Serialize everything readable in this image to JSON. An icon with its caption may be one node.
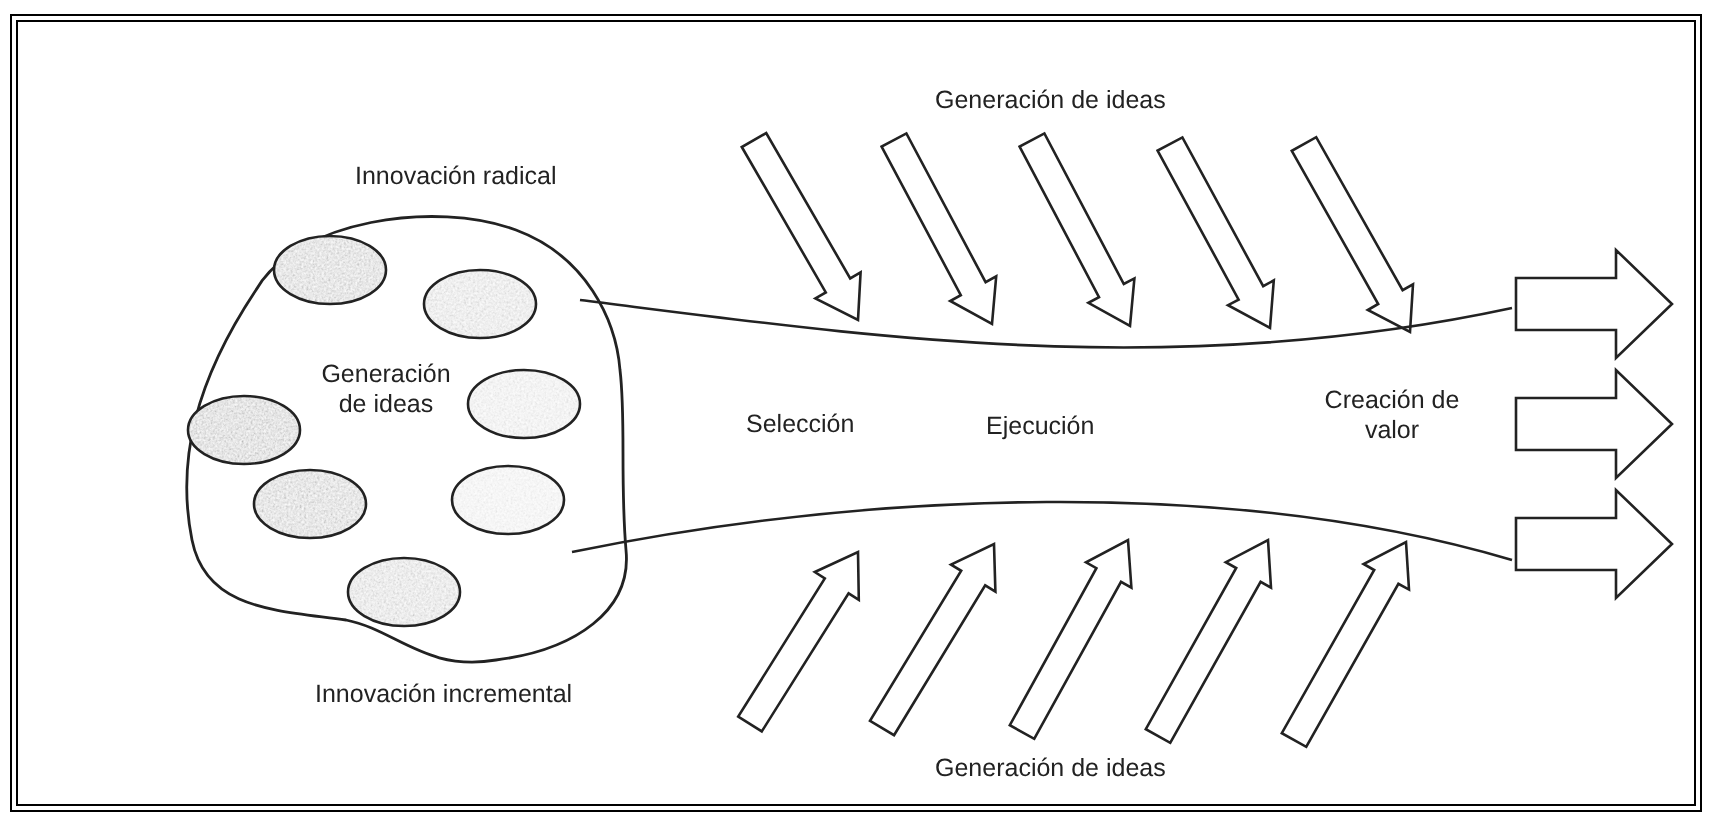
{
  "diagram": {
    "nodes": [
      {
        "text": [
          "Generación de ideas"
        ],
        "beside": [
          "Innovación radical",
          "Innovación incremental"
        ]
      },
      {
        "text": [
          "Selección",
          "Ejecución",
          "Creación de valor"
        ]
      }
    ],
    "edges": [
      {
        "from": null,
        "to": 1,
        "arrow": "to"
      },
      {
        "from": null,
        "to": 1,
        "arrow": "to"
      },
      {
        "from": null,
        "to": 1,
        "arrow": "to"
      },
      {
        "from": null,
        "to": 1,
        "arrow": "to"
      },
      {
        "from": null,
        "to": 1,
        "arrow": "to"
      },
      {
        "from": null,
        "to": 1,
        "arrow": "to"
      },
      {
        "from": null,
        "to": 1,
        "arrow": "to"
      },
      {
        "from": null,
        "to": 1,
        "arrow": "to"
      },
      {
        "from": null,
        "to": 1,
        "arrow": "to"
      },
      {
        "from": null,
        "to": 1,
        "arrow": "to"
      },
      {
        "from": 1,
        "to": null,
        "arrow": "to"
      },
      {
        "from": 1,
        "to": null,
        "arrow": "to"
      },
      {
        "from": 1,
        "to": null,
        "arrow": "to"
      }
    ],
    "labels": [
      "Generación de ideas",
      "Generación de ideas"
    ]
  }
}
